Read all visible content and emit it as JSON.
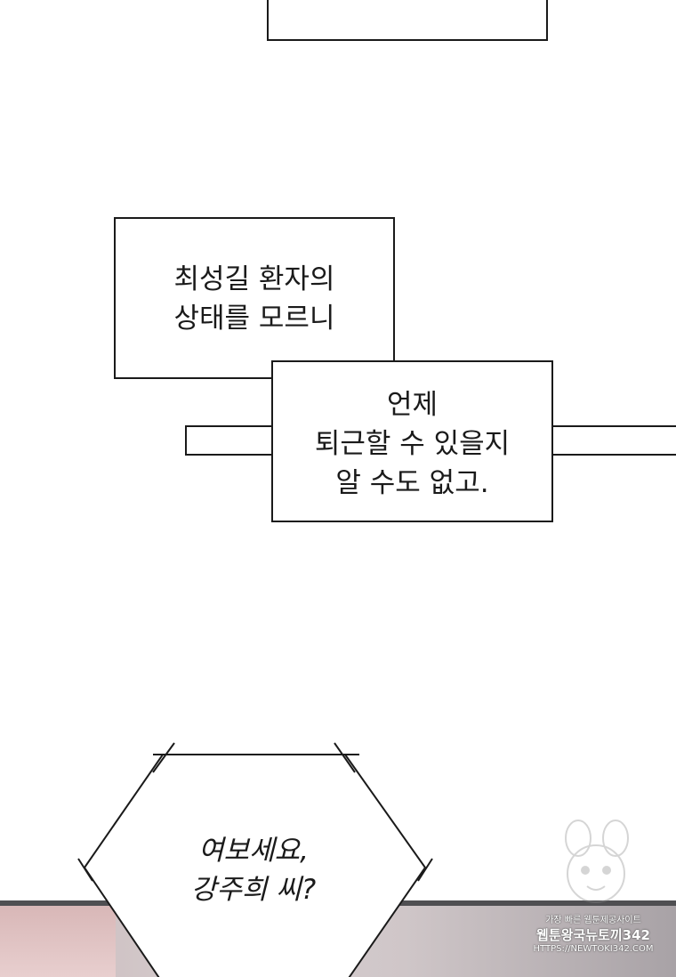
{
  "panel1": {
    "partial_text": "··· ··· ·"
  },
  "panel2": {
    "box1_line1": "최성길 환자의",
    "box1_line2": "상태를 모르니",
    "box2_line1": "언제",
    "box2_line2": "퇴근할 수 있을지",
    "box2_line3": "알 수도 없고."
  },
  "panel3": {
    "line1": "여보세요,",
    "line2": "강주희 씨?"
  },
  "watermark": {
    "line1": "가장 빠른 웹툰제공사이트",
    "line2": "웹툰왕국뉴토끼342",
    "line3": "HTTPS://NEWTOKI342.COM"
  }
}
